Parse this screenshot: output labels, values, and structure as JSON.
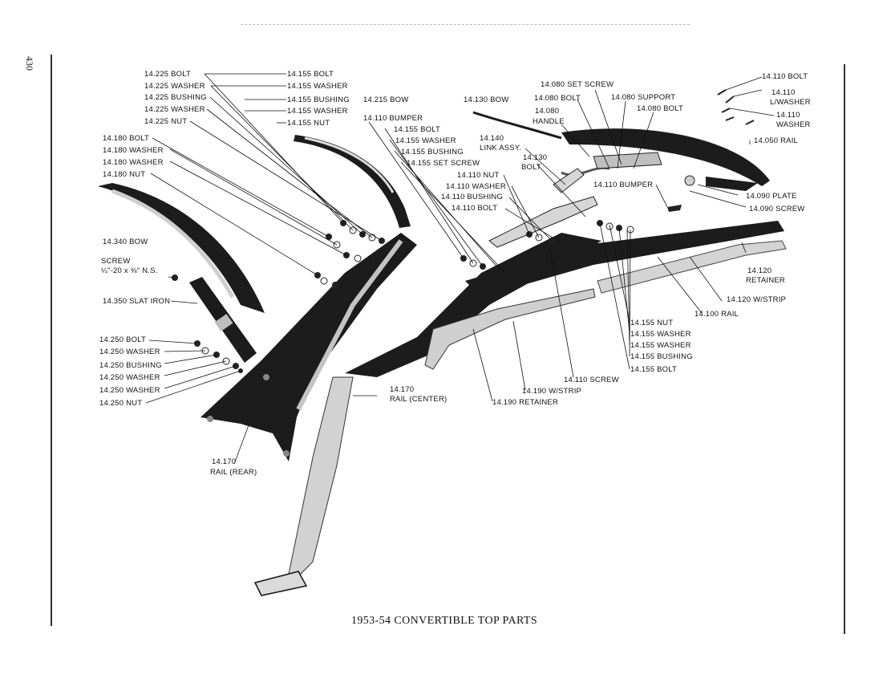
{
  "page_number": "430",
  "title": "1953-54 CONVERTIBLE TOP PARTS",
  "labels": {
    "l14225bolt": "14.225 BOLT",
    "l14225washer1": "14.225 WASHER",
    "l14225bushing": "14.225 BUSHING",
    "l14225washer2": "14.225 WASHER",
    "l14225nut": "14.225 NUT",
    "l14155bolt_a": "14.155 BOLT",
    "l14155washer_a": "14.155 WASHER",
    "l14155bushing_a": "14.155 BUSHING",
    "l14155washer_b": "14.155 WASHER",
    "l14155nut_a": "14.155 NUT",
    "l14215bow": "14.215 BOW",
    "l14110bumper_a": "14.110 BUMPER",
    "l14155bolt_b": "14.155 BOLT",
    "l14155washer_c": "14.155 WASHER",
    "l14155bushing_b": "14.155 BUSHING",
    "l14155setscrew": "14.155 SET SCREW",
    "l14180bolt": "14.180 BOLT",
    "l14180washer1": "14.180 WASHER",
    "l14180washer2": "14.180 WASHER",
    "l14180nut": "14.180 NUT",
    "l14340bow": "14.340 BOW",
    "lscrew": "SCREW",
    "lscrewsize": "¼\"-20 x ⅜\" N.S.",
    "l14350slat": "14.350 SLAT IRON",
    "l14250bolt": "14.250 BOLT",
    "l14250washer1": "14.250 WASHER",
    "l14250bushing": "14.250 BUSHING",
    "l14250washer2": "14.250 WASHER",
    "l14250washer3": "14.250 WASHER",
    "l14250nut": "14.250 NUT",
    "l14170rear1": "14.170",
    "l14170rear2": "RAIL (REAR)",
    "l14170center1": "14.170",
    "l14170center2": "RAIL (CENTER)",
    "l14130bow": "14.130 BOW",
    "l14080setscrew": "14.080 SET SCREW",
    "l14080bolt_a": "14.080 BOLT",
    "l14080support": "14.080 SUPPORT",
    "l14080bolt_b": "14.080 BOLT",
    "l14080handle1": "14.080",
    "l14080handle2": "HANDLE",
    "l14140_1": "14.140",
    "l14140_2": "LINK ASSY.",
    "l14130bolt1": "14.130",
    "l14130bolt2": "BOLT",
    "l14110nut": "14.110 NUT",
    "l14110washer": "14.110 WASHER",
    "l14110bushing": "14.110 BUSHING",
    "l14110bolt_a": "14.110 BOLT",
    "l14110bumper_b": "14.110 BUMPER",
    "l14110bolt_b": "14.110 BOLT",
    "l14110lwasher1": "14.110",
    "l14110lwasher2": "L/WASHER",
    "l14110washer_r1": "14.110",
    "l14110washer_r2": "WASHER",
    "l14050rail": "14.050 RAIL",
    "l14090plate": "14.090 PLATE",
    "l14090screw": "14.090 SCREW",
    "l14120ret1": "14.120",
    "l14120ret2": "RETAINER",
    "l14120wstrip": "14.120 W/STRIP",
    "l14100rail": "14.100 RAIL",
    "l14155nut_b": "14.155 NUT",
    "l14155washer_d": "14.155 WASHER",
    "l14155washer_e": "14.155 WASHER",
    "l14155bushing_c": "14.155 BUSHING",
    "l14155bolt_c": "14.155 BOLT",
    "l14110screw": "14.110 SCREW",
    "l14190wstrip": "14.190 W/STRIP",
    "l14190retainer": "14.190 RETAINER"
  },
  "colors": {
    "ink": "#111111",
    "metal": "#1c1c1c",
    "chrome": "#d8d8d8",
    "paper": "#ffffff"
  }
}
